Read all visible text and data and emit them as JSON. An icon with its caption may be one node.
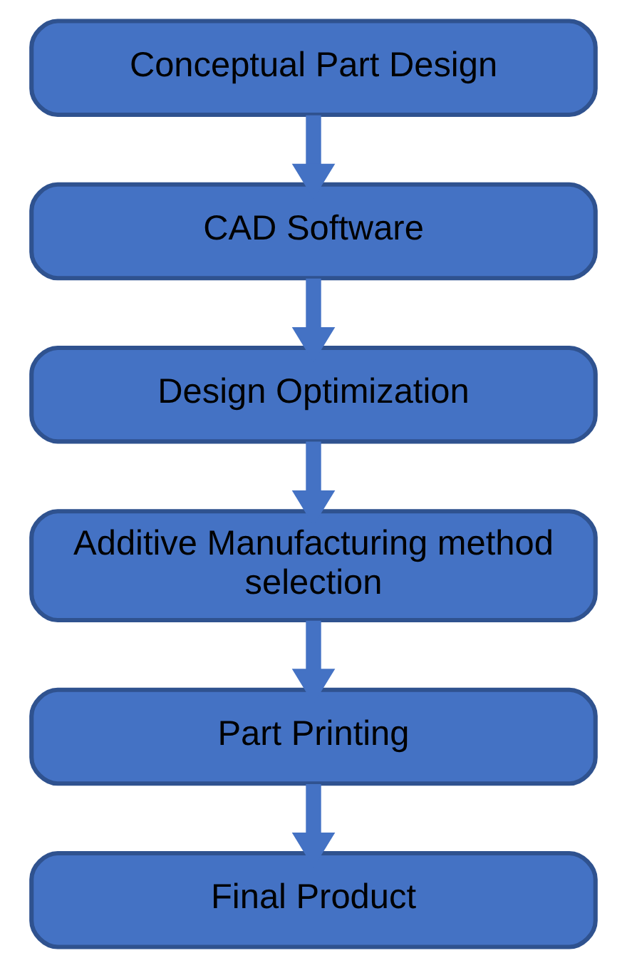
{
  "diagram": {
    "nodes": [
      {
        "text": [
          "Conceptual Part Design"
        ]
      },
      {
        "text": [
          "CAD Software"
        ]
      },
      {
        "text": [
          "Design Optimization"
        ]
      },
      {
        "text": [
          "Additive Manufacturing method selection"
        ]
      },
      {
        "text": [
          "Part Printing"
        ]
      },
      {
        "text": [
          "Final Product"
        ]
      }
    ],
    "edges": [
      {
        "from": 0,
        "to": 1,
        "arrow": "to"
      },
      {
        "from": 1,
        "to": 2,
        "arrow": "to"
      },
      {
        "from": 2,
        "to": 3,
        "arrow": "to"
      },
      {
        "from": 3,
        "to": 4,
        "arrow": "to"
      },
      {
        "from": 4,
        "to": 5,
        "arrow": "to"
      }
    ]
  }
}
